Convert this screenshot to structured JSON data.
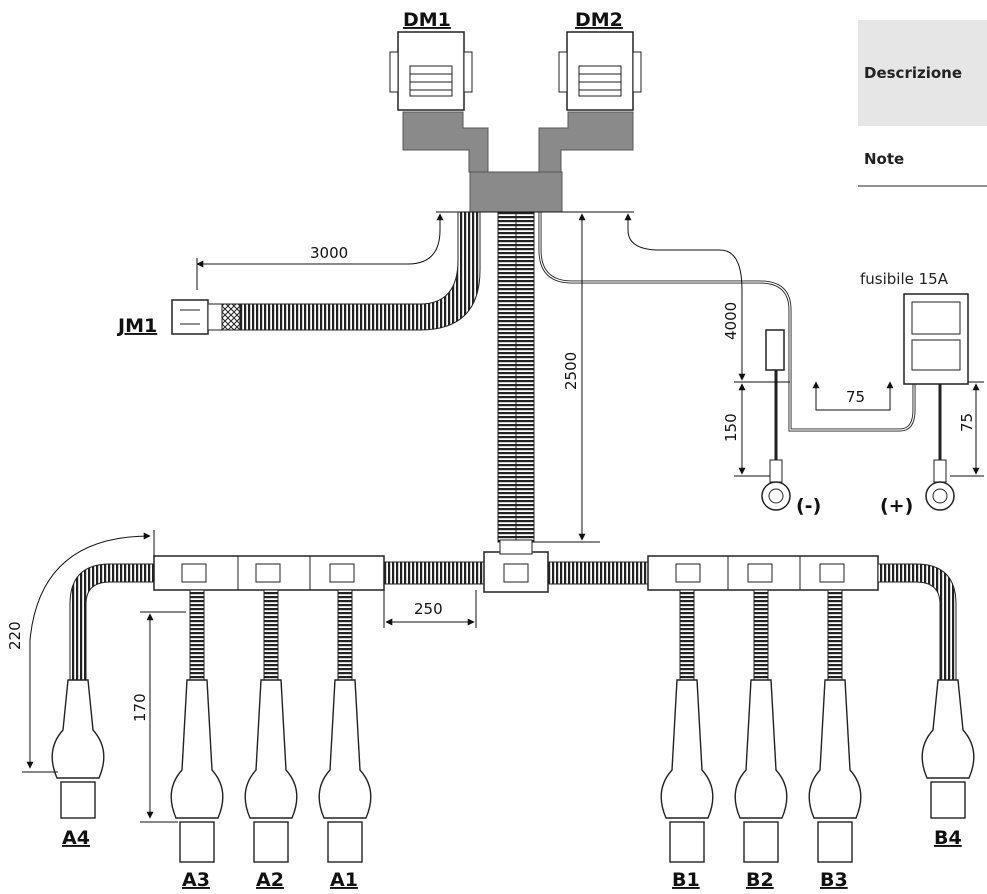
{
  "panel": {
    "descrizione_label": "Descrizione",
    "note_label": "Note"
  },
  "connectors": {
    "dm1": "DM1",
    "dm2": "DM2",
    "jm1": "JM1",
    "a1": "A1",
    "a2": "A2",
    "a3": "A3",
    "a4": "A4",
    "b1": "B1",
    "b2": "B2",
    "b3": "B3",
    "b4": "B4"
  },
  "fuse": {
    "label": "fusibile 15A",
    "negative": "(-)",
    "positive": "(+)"
  },
  "dimensions": {
    "d3000": "3000",
    "d2500": "2500",
    "d4000": "4000",
    "d150": "150",
    "d75_horizontal": "75",
    "d75_vertical": "75",
    "d250": "250",
    "d220": "220",
    "d170": "170"
  },
  "colors": {
    "boot": "#8a8a8a",
    "cable": "#222222",
    "panel": "#e6e6e6"
  }
}
